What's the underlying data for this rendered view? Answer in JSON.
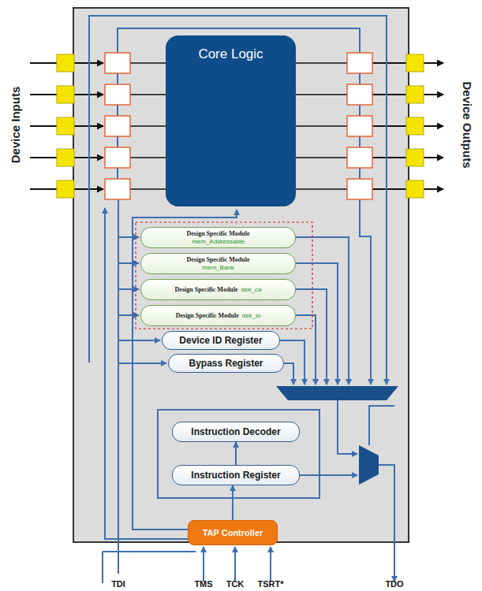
{
  "diagram": {
    "nodes": [
      {
        "text": [
          "Core Logic"
        ]
      },
      {
        "text": [
          "Design Specific Module",
          "mem_Addressable"
        ]
      },
      {
        "text": [
          "Design Specific Module",
          "mem_Bank"
        ]
      },
      {
        "text": [
          "Design Specific Module",
          "dek_ca"
        ]
      },
      {
        "text": [
          "Design Specific Module",
          "dek_io"
        ]
      },
      {
        "text": [
          "Device ID Register"
        ]
      },
      {
        "text": [
          "Bypass Register"
        ]
      },
      {
        "text": [
          "Instruction Decoder"
        ]
      },
      {
        "text": [
          "Instruction Register"
        ]
      },
      {
        "text": [
          "TAP Controller"
        ]
      }
    ],
    "edges": [
      {
        "from": 9,
        "to": 8,
        "arrow": "to"
      },
      {
        "from": 8,
        "to": 7,
        "arrow": "to"
      }
    ],
    "labels": [
      "Device Inputs",
      "Device Outputs",
      "TDI",
      "TMS",
      "TCK",
      "TSRT*",
      "TDO"
    ]
  }
}
